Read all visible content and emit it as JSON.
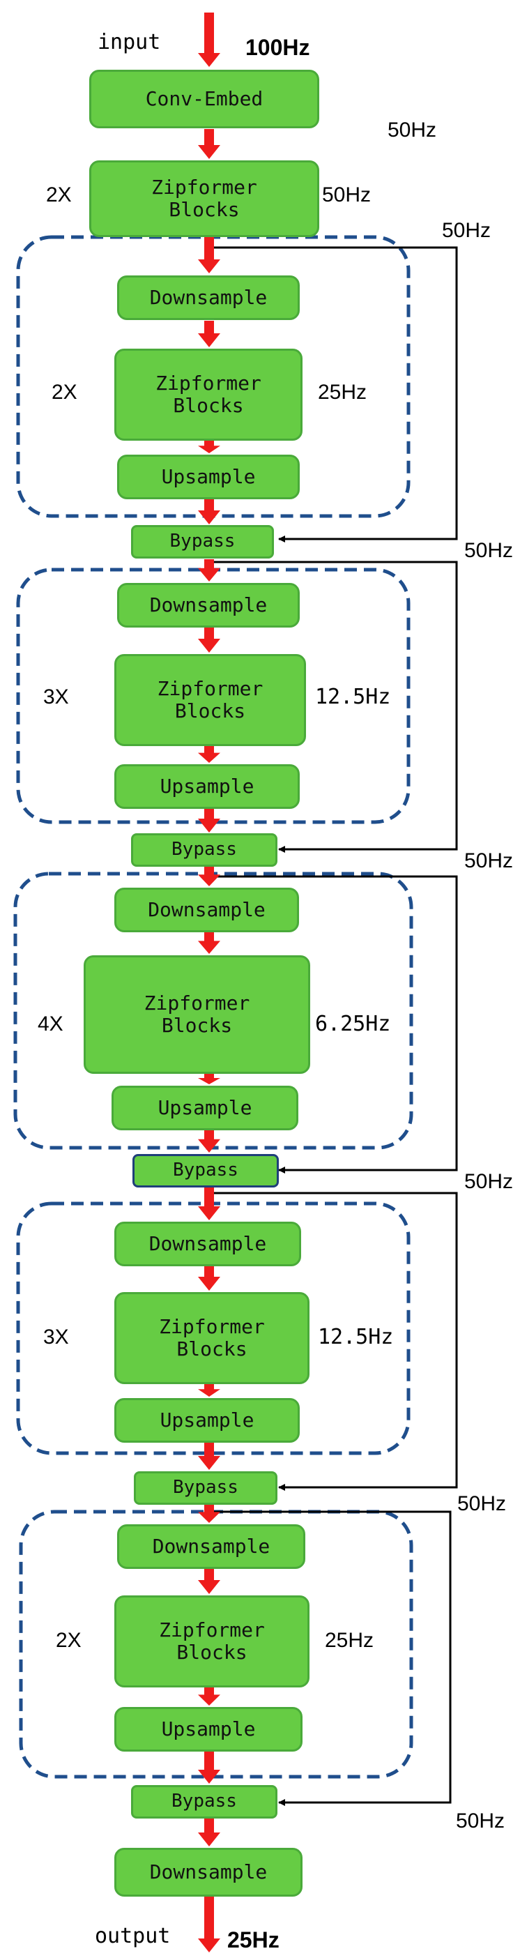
{
  "top": {
    "input_label": "input",
    "input_rate": "100Hz",
    "output_label": "output",
    "output_rate": "25Hz"
  },
  "conv_embed": {
    "label": "Conv-Embed",
    "rate": "50Hz"
  },
  "first_stack": {
    "repeat": "2X",
    "line1": "Zipformer",
    "line2": "Blocks",
    "rate": "50Hz",
    "skip_rate": "50Hz"
  },
  "stages": [
    {
      "repeat": "2X",
      "rate": "25Hz",
      "downsample": "Downsample",
      "zip1": "Zipformer",
      "zip2": "Blocks",
      "upsample": "Upsample",
      "bypass": "Bypass",
      "bypass_rate": "50Hz"
    },
    {
      "repeat": "3X",
      "rate": "12.5Hz",
      "downsample": "Downsample",
      "zip1": "Zipformer",
      "zip2": "Blocks",
      "upsample": "Upsample",
      "bypass": "Bypass",
      "bypass_rate": "50Hz"
    },
    {
      "repeat": "4X",
      "rate": "6.25Hz",
      "downsample": "Downsample",
      "zip1": "Zipformer",
      "zip2": "Blocks",
      "upsample": "Upsample",
      "bypass": "Bypass",
      "bypass_rate": "50Hz"
    },
    {
      "repeat": "3X",
      "rate": "12.5Hz",
      "downsample": "Downsample",
      "zip1": "Zipformer",
      "zip2": "Blocks",
      "upsample": "Upsample",
      "bypass": "Bypass",
      "bypass_rate": "50Hz"
    },
    {
      "repeat": "2X",
      "rate": "25Hz",
      "downsample": "Downsample",
      "zip1": "Zipformer",
      "zip2": "Blocks",
      "upsample": "Upsample",
      "bypass": "Bypass",
      "bypass_rate": "50Hz"
    }
  ],
  "final_downsample": "Downsample",
  "colors": {
    "box_fill": "#66cc44",
    "box_border": "#4aaa3a",
    "arrow": "#ee1c1c",
    "group_border": "#1f4e8c",
    "bypass_highlight_border": "#1f3f7a"
  },
  "icons": {
    "flow_arrow": "red-down-arrow-icon",
    "skip_arrow": "black-left-arrow-icon"
  }
}
